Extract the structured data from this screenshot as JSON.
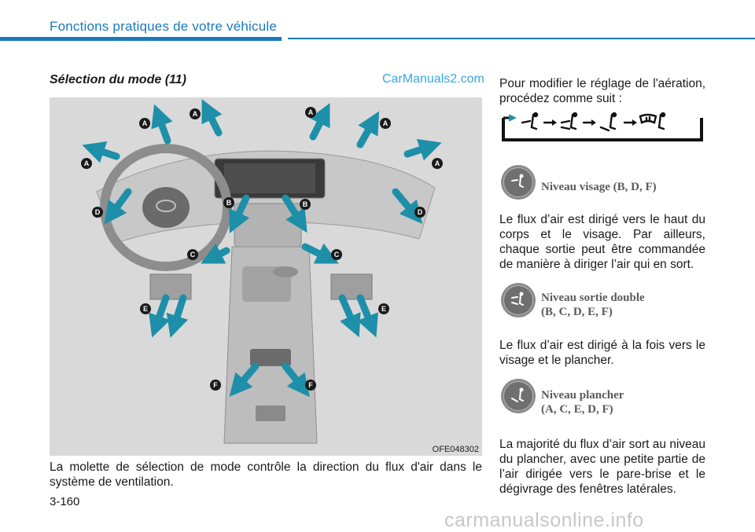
{
  "header": {
    "section": "Fonctions pratiques de votre véhicule"
  },
  "section_title": "Sélection du mode (11)",
  "watermark": "CarManuals2.com",
  "figure": {
    "code": "OFE048302",
    "vent_labels": [
      "A",
      "A",
      "A",
      "A",
      "A",
      "A",
      "B",
      "B",
      "C",
      "C",
      "D",
      "D",
      "E",
      "E",
      "F",
      "F"
    ]
  },
  "caption": "La molette de sélection de mode contrôle la direction du flux d'air dans le système de ventilation.",
  "page_number": "3-160",
  "right": {
    "intro": "Pour modifier le réglage de l'aération, procédez comme suit :",
    "modes": [
      {
        "icon": "face-vent-icon",
        "label_line1": "Niveau visage (B, D, F)",
        "label_line2": "",
        "description": "Le flux d’air est dirigé vers le haut du corps et le visage. Par ailleurs, chaque sortie peut être commandée de manière à diriger l’air qui en sort."
      },
      {
        "icon": "bi-level-vent-icon",
        "label_line1": "Niveau sortie double",
        "label_line2": "(B, C, D, E, F)",
        "description": "Le flux d’air est dirigé à la fois vers le visage et le plancher."
      },
      {
        "icon": "floor-vent-icon",
        "label_line1": "Niveau plancher",
        "label_line2": "(A, C, E, D, F)",
        "description": "La majorité du flux d’air sort au niveau du plancher, avec une petite partie de l’air dirigée vers le pare-brise et le dégivrage des fenêtres latérales."
      }
    ]
  },
  "footer_watermark": "carmanualsonline.info",
  "colors": {
    "accent": "#1a79bf",
    "arrow": "#1e8fa8",
    "watermark": "#39a7e0"
  }
}
